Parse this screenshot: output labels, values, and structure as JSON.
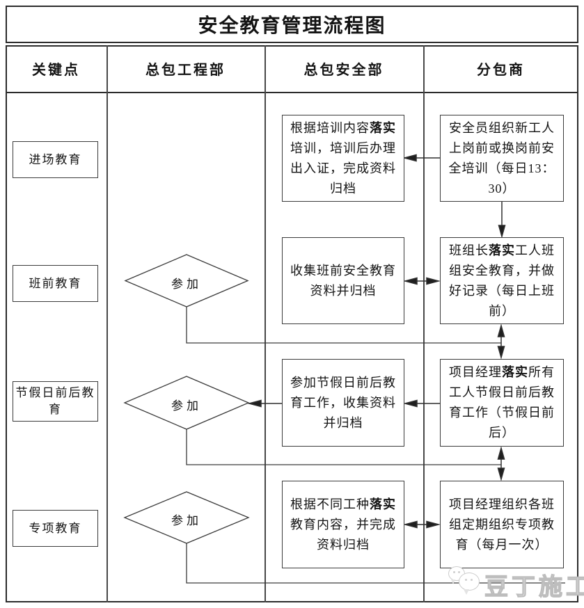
{
  "title": "安全教育管理流程图",
  "headers": [
    "关键点",
    "总包工程部",
    "总包安全部",
    "分包商"
  ],
  "decision_label": "参加",
  "watermark_text": "豆丁施工",
  "colors": {
    "line": "#2f2f2f",
    "grid": "#474747",
    "border": "#3a3a3a",
    "text": "#141414",
    "watermark_outline": "#bdbdbd",
    "background": "#ffffff"
  },
  "rows": [
    {
      "key_point": "进场教育",
      "safety_dept": "根据培训内容**落实**培训，培训后办理出入证，完成资料归档",
      "subcontractor": "安全员组织新工人上岗前或换岗前安全培训（每日13：30）"
    },
    {
      "key_point": "班前教育",
      "decision": "参加",
      "safety_dept": "收集班前安全教育资料并归档",
      "subcontractor": "班组长**落实**工人班组安全教育，并做好记录（每日上班前）"
    },
    {
      "key_point": "节假日前后教育",
      "decision": "参加",
      "safety_dept": "参加节假日前后教育工作，收集资料并归档",
      "subcontractor": "项目经理**落实**所有工人节假日前后教育工作（节假日前后）"
    },
    {
      "key_point": "专项教育",
      "decision": "参加",
      "safety_dept": "根据不同工种**落实**教育内容，并完成资料归档",
      "subcontractor": "项目经理组织各班组定期组织专项教育（每月一次）"
    }
  ]
}
